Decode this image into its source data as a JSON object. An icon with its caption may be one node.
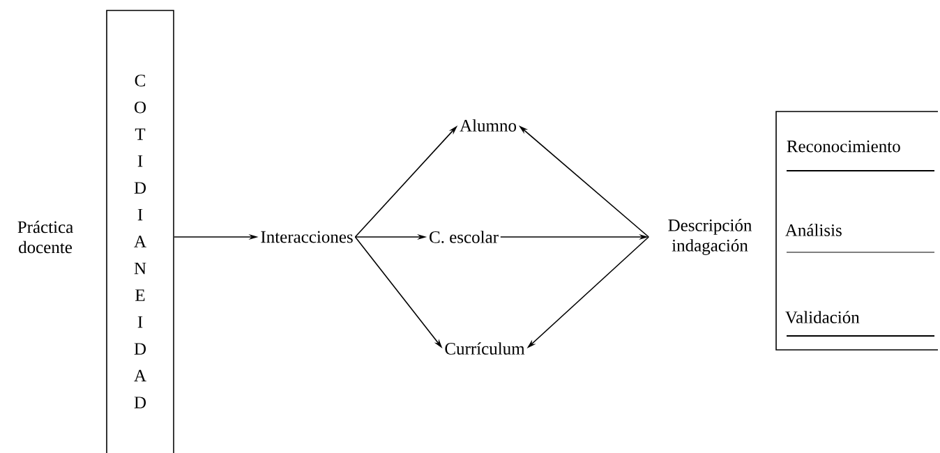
{
  "diagram": {
    "nodes": [
      {
        "text": [
          "Práctica docente"
        ]
      },
      {
        "text": [
          "COTIDIANEIDAD"
        ]
      },
      {
        "text": [
          "Interacciones"
        ]
      },
      {
        "text": [
          "Alumno"
        ]
      },
      {
        "text": [
          "C. escolar"
        ]
      },
      {
        "text": [
          "Currículum"
        ]
      },
      {
        "text": [
          "Descripción indagación"
        ]
      },
      {
        "text": [
          "Reconocimiento",
          "Análisis",
          "Validación"
        ]
      }
    ],
    "edges": [
      {
        "from": 1,
        "to": 2,
        "arrow": "to"
      },
      {
        "from": 2,
        "to": 3,
        "arrow": "to"
      },
      {
        "from": 2,
        "to": 4,
        "arrow": "to"
      },
      {
        "from": 2,
        "to": 5,
        "arrow": "to"
      },
      {
        "from": 4,
        "to": 6,
        "arrow": "to"
      },
      {
        "from": 6,
        "to": 3,
        "arrow": "to"
      },
      {
        "from": 6,
        "to": 5,
        "arrow": "to"
      }
    ]
  }
}
